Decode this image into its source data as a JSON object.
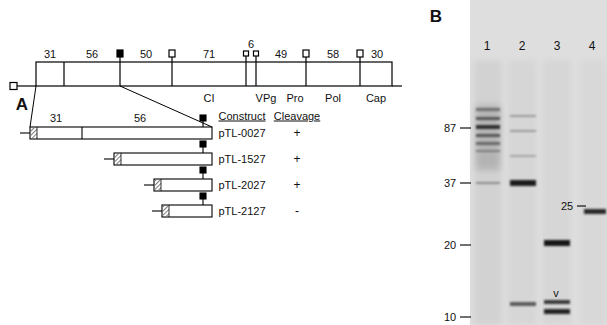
{
  "diagram": {
    "labels": [
      "A",
      "31",
      "56",
      "50",
      "71",
      "6",
      "49",
      "58",
      "30",
      "CI",
      "VPg",
      "Pro",
      "Pol",
      "Cap",
      "31",
      "56",
      "Construct",
      "Cleavage",
      "pTL-0027",
      "+",
      "pTL-1527",
      "+",
      "pTL-2027",
      "+",
      "pTL-2127",
      "-",
      "B",
      "1",
      "2",
      "3",
      "4",
      "87",
      "37",
      "25",
      "20",
      "10",
      "v"
    ]
  }
}
